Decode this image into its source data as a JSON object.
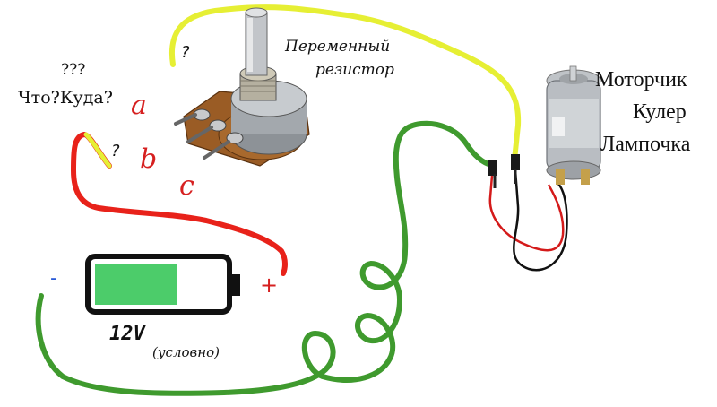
{
  "labels": {
    "resistor_line1": "Переменный",
    "resistor_line2": "резистор",
    "question_marks": "???",
    "what_where": "Что?Куда?",
    "pin_a": "a",
    "pin_b": "b",
    "pin_c": "c",
    "q1": "?",
    "q2": "?",
    "load_1": "Моторчик",
    "load_2": "Кулер",
    "load_3": "Лампочка",
    "voltage": "12V",
    "conditional": "(условно)",
    "minus": "-",
    "plus": "+"
  },
  "colors": {
    "wire_yellow": "#e6ef34",
    "wire_red": "#e8221a",
    "wire_green": "#3f9a2e",
    "battery_fill": "#4ccc6a",
    "label_red": "#d62020",
    "minus_blue": "#2a5bd7"
  },
  "battery": {
    "charge_fraction": 0.65
  }
}
